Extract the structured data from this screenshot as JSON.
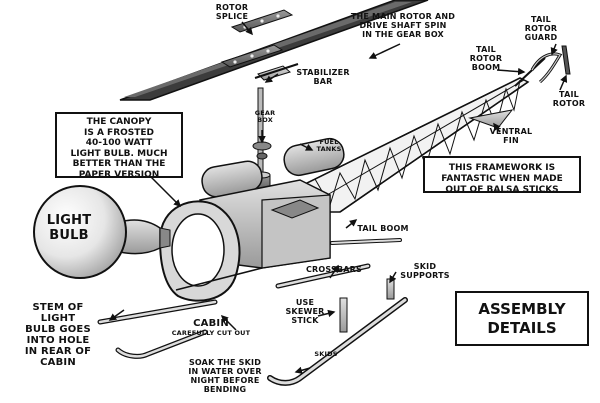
{
  "labels": {
    "rotor_splice": "ROTOR\nSPLICE",
    "main_rotor": "THE MAIN ROTOR AND\nDRIVE SHAFT SPIN\nIN THE GEAR BOX",
    "tail_rotor_guard": "TAIL\nROTOR\nGUARD",
    "tail_rotor_boom": "TAIL\nROTOR\nBOOM",
    "tail_rotor": "TAIL\nROTOR",
    "stabilizer_bar": "STABILIZER\nBAR",
    "gear_box": "GEAR\nBOX",
    "fuel_tanks": "FUEL\nTANKS",
    "ventral_fin": "VENTRAL\nFIN",
    "light_bulb": "LIGHT\nBULB",
    "tail_boom": "TAIL BOOM",
    "crossbars": "CROSSBARS",
    "skid_supports": "SKID\nSUPPORTS",
    "use_skewer_stick": "USE\nSKEWER\nSTICK",
    "stem_of_light_bulb": "STEM OF\nLIGHT\nBULB GOES\nINTO HOLE\nIN REAR OF CABIN",
    "cabin": "CABIN",
    "carefully_cut_out": "CAREFULLY CUT OUT",
    "skids": "SKIDS",
    "soak_the_skid": "SOAK THE SKID\nIN WATER OVER\nNIGHT BEFORE\nBENDING"
  },
  "boxes": {
    "canopy": "THE CANOPY\nIS A FROSTED\n40-100 WATT\nLIGHT BULB. MUCH\nBETTER THAN THE\nPAPER VERSION",
    "framework": "THIS FRAMEWORK IS\nFANTASTIC WHEN MADE\nOUT OF BALSA STICKS",
    "assembly": "ASSEMBLY\nDETAILS"
  }
}
